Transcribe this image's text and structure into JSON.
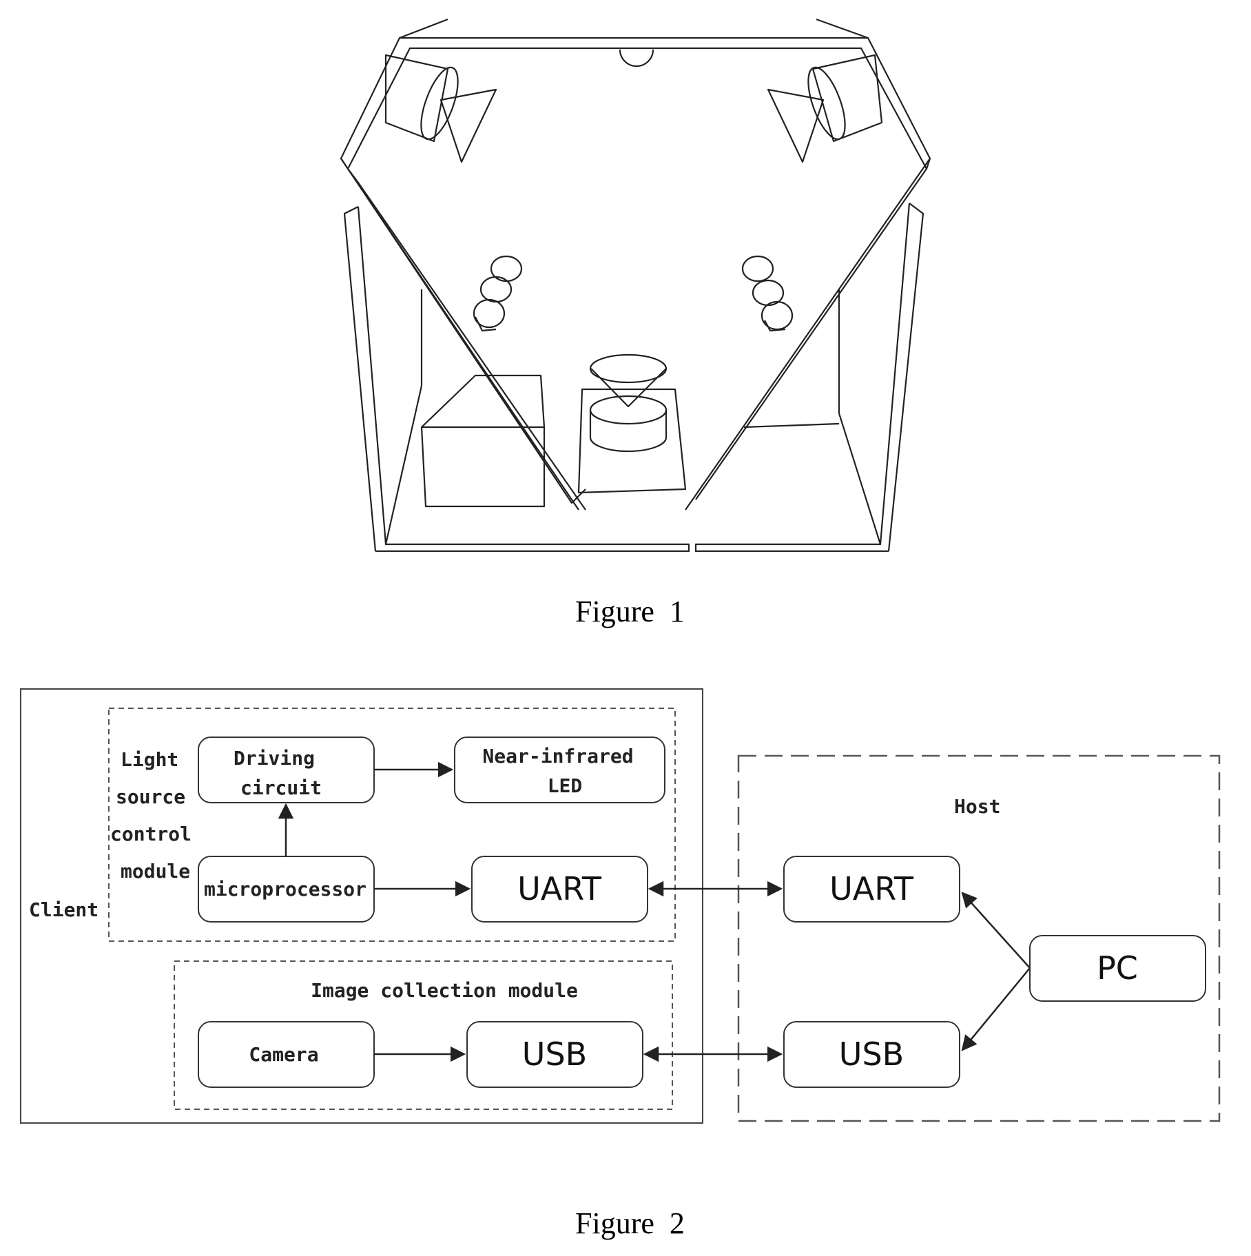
{
  "figure1": {
    "caption": "Figure  1"
  },
  "figure2": {
    "caption": "Figure  2",
    "client_label": "Client",
    "host_label": "Host",
    "light_module": {
      "label_lines": [
        "Light",
        "source",
        "control",
        "module"
      ]
    },
    "driving_circuit": {
      "lines": [
        "Driving",
        "circuit"
      ]
    },
    "nir_led": {
      "lines": [
        "Near-infrared",
        "LED"
      ]
    },
    "microprocessor": "microprocessor",
    "uart_client": "UART",
    "image_module_label": "Image collection module",
    "camera": "Camera",
    "usb_client": "USB",
    "uart_host": "UART",
    "usb_host": "USB",
    "pc": "PC",
    "colors": {
      "line": "#222222",
      "dash": "#555555"
    }
  }
}
